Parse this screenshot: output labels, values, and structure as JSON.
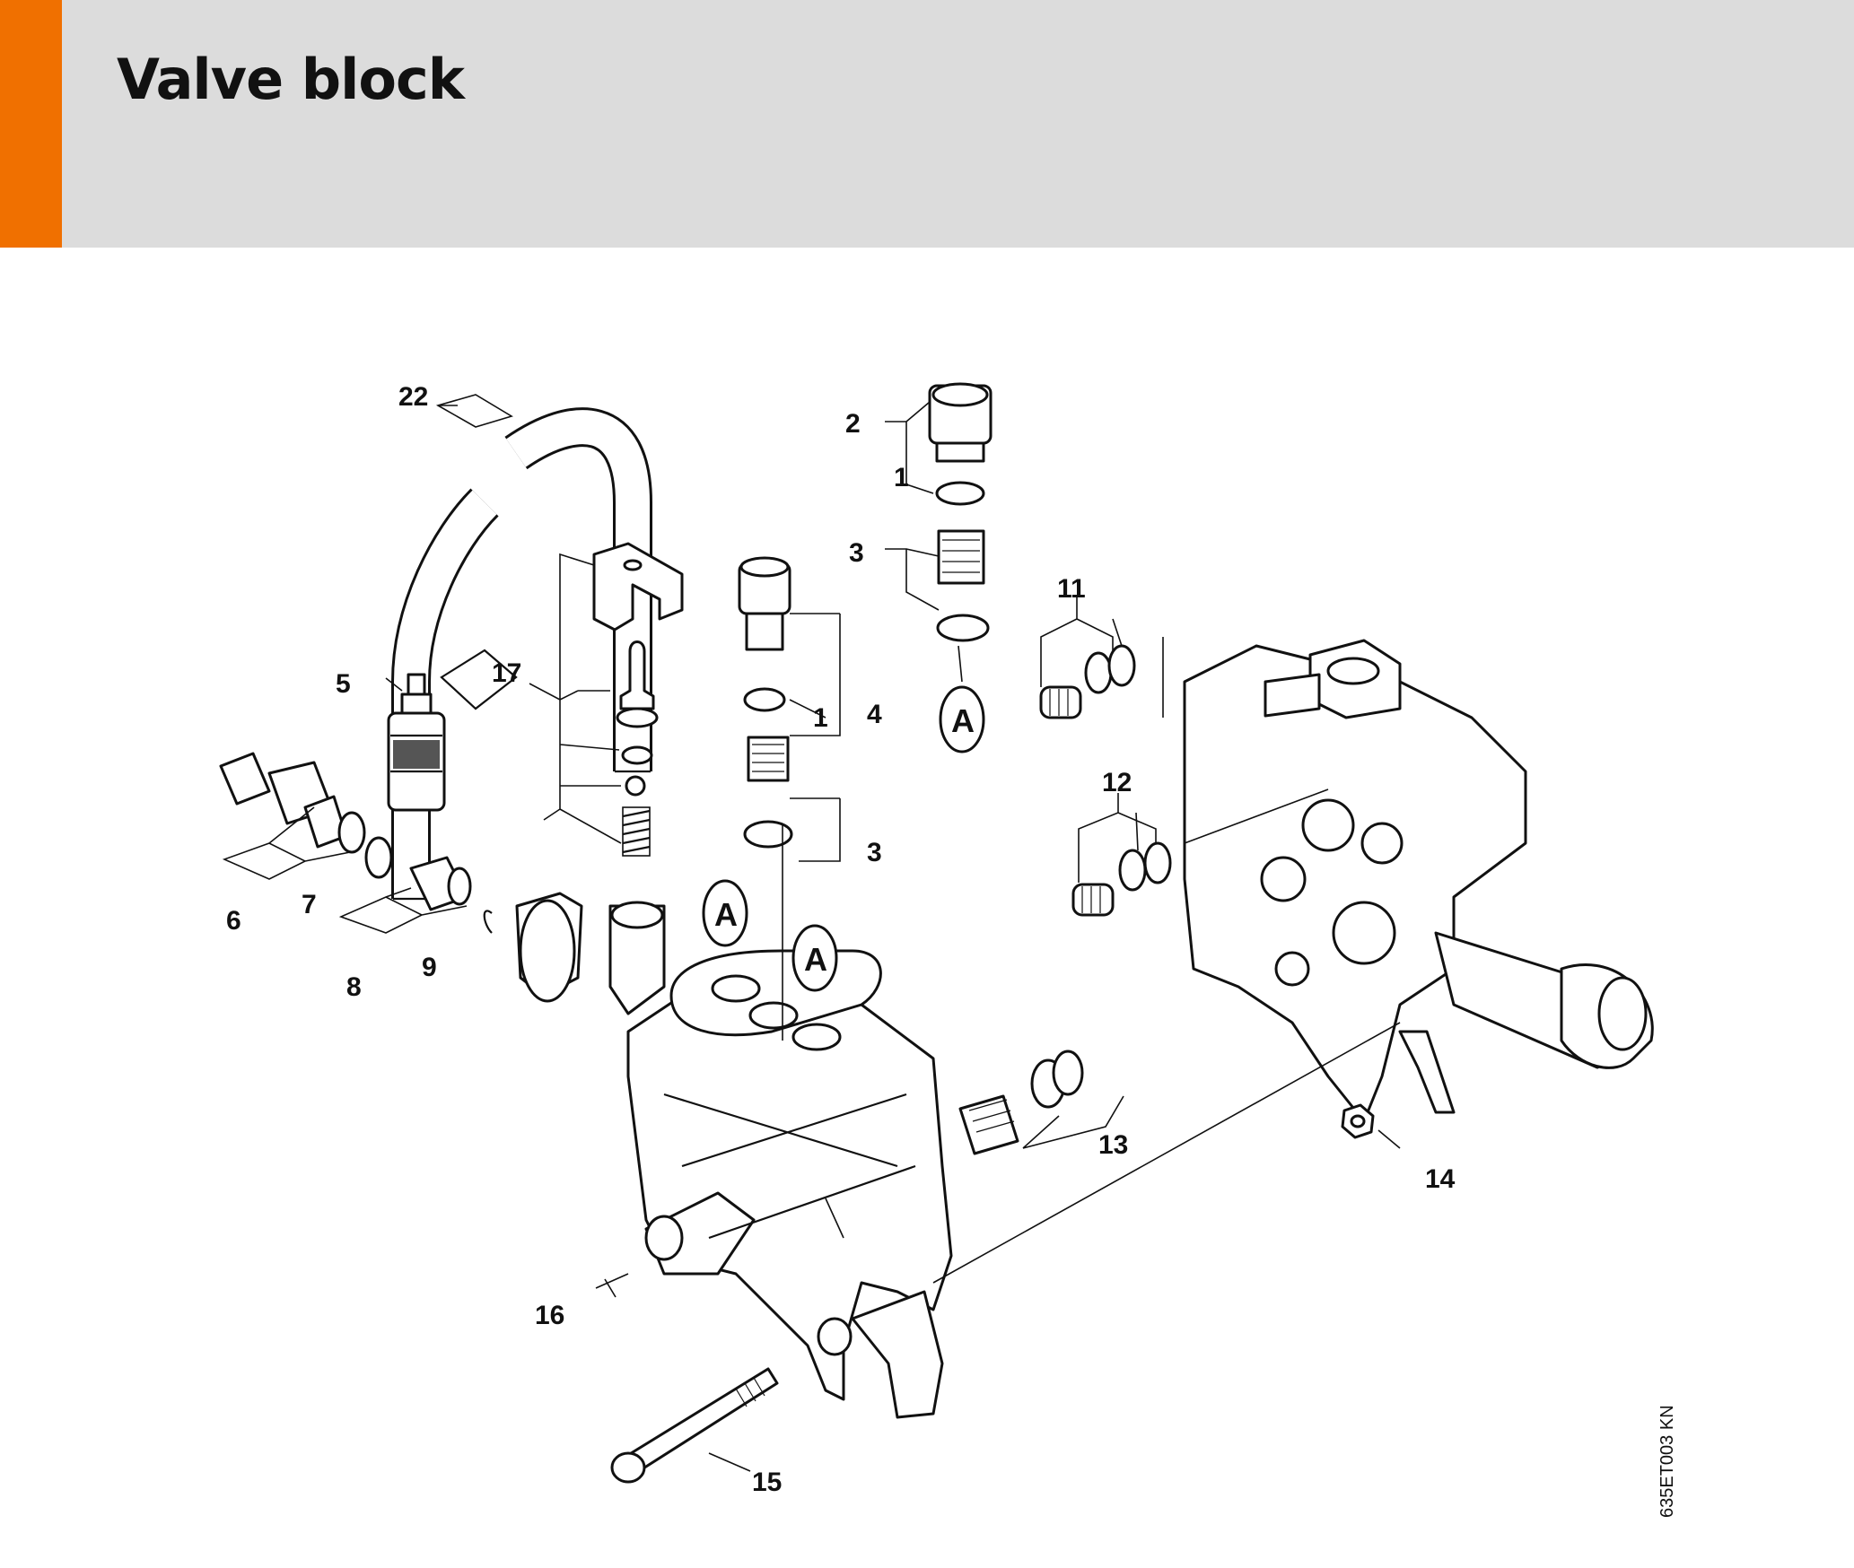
{
  "header": {
    "title": "Valve block",
    "accent_color": "#f07000",
    "background_color": "#dcdcdc"
  },
  "diagram": {
    "reference_code": "635ET003 KN",
    "detail_marker": "A",
    "callouts": {
      "c1": "1",
      "c1b": "1",
      "c2": "2",
      "c3": "3",
      "c3b": "3",
      "c4": "4",
      "c5": "5",
      "c6": "6",
      "c7": "7",
      "c8": "8",
      "c9": "9",
      "c11": "11",
      "c12": "12",
      "c13": "13",
      "c14": "14",
      "c15": "15",
      "c16": "16",
      "c17": "17",
      "c22": "22"
    }
  }
}
